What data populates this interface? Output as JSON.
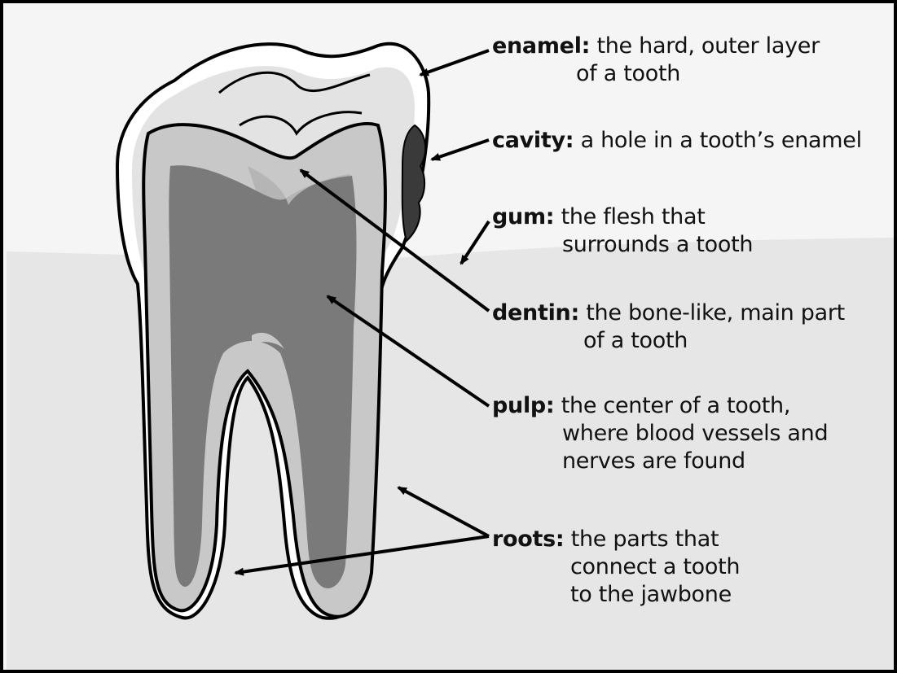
{
  "colors": {
    "background": "#f5f5f5",
    "gum": "#e6e6e6",
    "enamel_outer": "#ffffff",
    "enamel_band": "#e3e3e3",
    "dentin": "#c8c8c8",
    "pulp": "#7a7a7a",
    "cavity": "#3a3a3a",
    "outline": "#000000"
  },
  "labels": {
    "enamel": {
      "term": "enamel:",
      "line1": "the hard, outer layer",
      "line2": "of a tooth"
    },
    "cavity": {
      "term": "cavity:",
      "line1": "a hole in a tooth’s enamel"
    },
    "gum": {
      "term": "gum:",
      "line1": "the flesh that",
      "line2": "surrounds a tooth"
    },
    "dentin": {
      "term": "dentin:",
      "line1": "the bone-like, main part",
      "line2": "of a tooth"
    },
    "pulp": {
      "term": "pulp:",
      "line1": "the center of a tooth,",
      "line2": "where blood vessels and",
      "line3": "nerves are found"
    },
    "roots": {
      "term": "roots:",
      "line1": "the parts that",
      "line2": "connect a tooth",
      "line3": "to the jawbone"
    }
  }
}
